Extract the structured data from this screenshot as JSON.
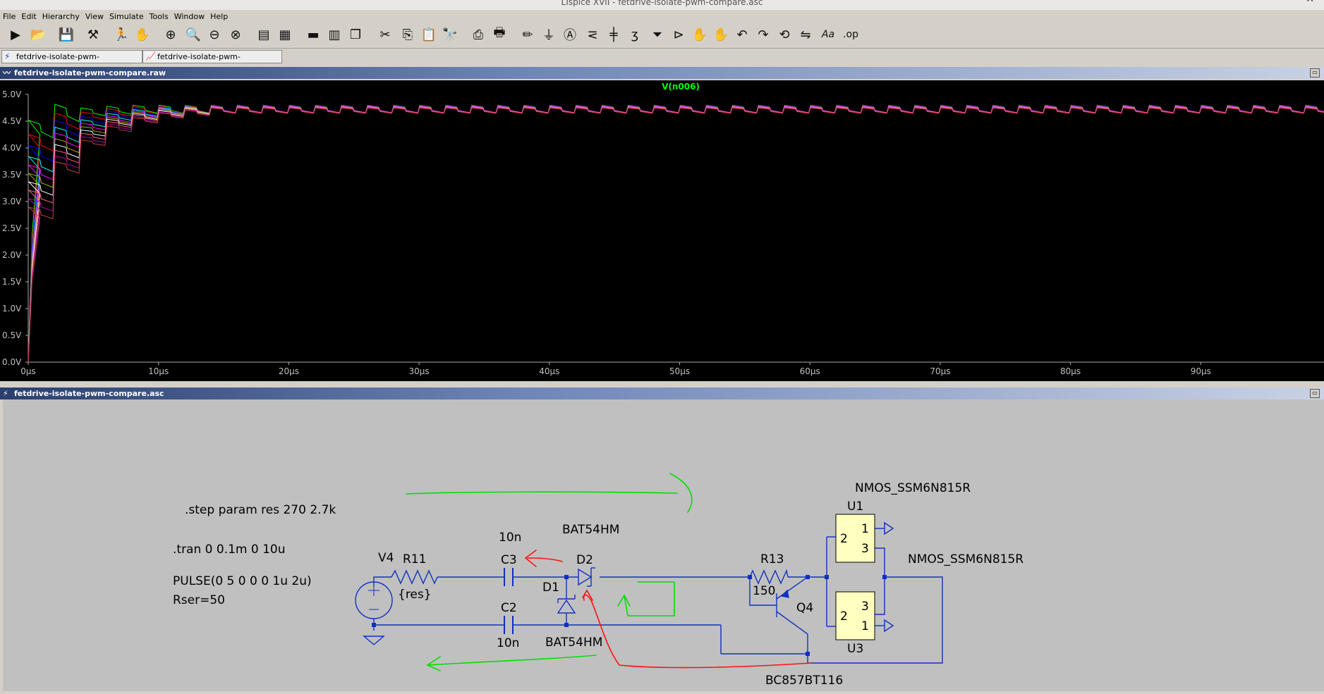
{
  "window": {
    "title": "LTspice XVII - fetdrive-isolate-pwm-compare.asc"
  },
  "menu": [
    "File",
    "Edit",
    "Hierarchy",
    "View",
    "Simulate",
    "Tools",
    "Window",
    "Help"
  ],
  "tabs": [
    {
      "label": "fetdrive-isolate-pwm-compare.asc",
      "icon": "schematic-icon"
    },
    {
      "label": "fetdrive-isolate-pwm-compare.raw",
      "icon": "waveform-icon"
    }
  ],
  "waveform_window": {
    "title": "fetdrive-isolate-pwm-compare.raw"
  },
  "schematic_window": {
    "title": "fetdrive-isolate-pwm-compare.asc"
  },
  "chart_data": {
    "type": "line",
    "title": "V(n006)",
    "title_color": "#00ff00",
    "xlabel": "",
    "ylabel": "",
    "xlim": [
      0,
      100
    ],
    "x_unit": "µs",
    "ylim": [
      0,
      5
    ],
    "x_ticks": [
      "0µs",
      "10µs",
      "20µs",
      "30µs",
      "40µs",
      "50µs",
      "60µs",
      "70µs",
      "80µs",
      "90µs"
    ],
    "y_ticks": [
      "0.0V",
      "0.5V",
      "1.0V",
      "1.5V",
      "2.0V",
      "2.5V",
      "3.0V",
      "3.5V",
      "4.0V",
      "4.5V",
      "5.0V"
    ],
    "grid": false,
    "pwm_period_us": 2,
    "series": [
      {
        "color": "#00ff00",
        "step_values": [
          4.3,
          4.6,
          4.65,
          4.68,
          4.7,
          4.7,
          4.7,
          4.7
        ],
        "ripple": 0.3
      },
      {
        "color": "#ff0000",
        "step_values": [
          4.05,
          4.45,
          4.58,
          4.64,
          4.68,
          4.69,
          4.7,
          4.7
        ],
        "ripple": 0.28
      },
      {
        "color": "#0000ff",
        "step_values": [
          3.85,
          4.32,
          4.5,
          4.6,
          4.65,
          4.68,
          4.69,
          4.7
        ],
        "ripple": 0.27
      },
      {
        "color": "#00ffff",
        "step_values": [
          3.65,
          4.2,
          4.44,
          4.56,
          4.63,
          4.67,
          4.69,
          4.7
        ],
        "ripple": 0.26
      },
      {
        "color": "#ff00ff",
        "step_values": [
          3.5,
          4.1,
          4.38,
          4.52,
          4.61,
          4.66,
          4.68,
          4.7
        ],
        "ripple": 0.25
      },
      {
        "color": "#aaaa00",
        "step_values": [
          3.35,
          4.0,
          4.32,
          4.49,
          4.59,
          4.65,
          4.68,
          4.69
        ],
        "ripple": 0.24
      },
      {
        "color": "#ffffff",
        "step_values": [
          3.2,
          3.9,
          4.26,
          4.46,
          4.57,
          4.63,
          4.67,
          4.69
        ],
        "ripple": 0.23
      },
      {
        "color": "#ff6080",
        "step_values": [
          3.05,
          3.8,
          4.2,
          4.42,
          4.55,
          4.62,
          4.66,
          4.69
        ],
        "ripple": 0.22
      },
      {
        "color": "#b000b0",
        "step_values": [
          2.9,
          3.7,
          4.14,
          4.38,
          4.52,
          4.6,
          4.65,
          4.68
        ],
        "ripple": 0.21
      },
      {
        "color": "#c04040",
        "step_values": [
          2.75,
          3.6,
          4.08,
          4.34,
          4.5,
          4.59,
          4.64,
          4.68
        ],
        "ripple": 0.2
      }
    ]
  },
  "schematic": {
    "directives": [
      ".step param res 270 2.7k",
      ".tran 0 0.1m 0 10u"
    ],
    "v4": {
      "name": "V4",
      "value_line1": "PULSE(0 5 0 0 0 1u 2u)",
      "value_line2": "Rser=50"
    },
    "r11": {
      "name": "R11",
      "value": "{res}"
    },
    "c3": {
      "name": "C3",
      "value": "10n"
    },
    "c2": {
      "name": "C2",
      "value": "10n"
    },
    "d2": {
      "name": "D2",
      "model": "BAT54HM"
    },
    "d1": {
      "name": "D1",
      "model": "BAT54HM"
    },
    "r13": {
      "name": "R13",
      "value": "150"
    },
    "q4": {
      "name": "Q4",
      "model": "BC857BT116"
    },
    "u1": {
      "name": "U1",
      "model": "NMOS_SSM6N815R",
      "pins": [
        "2",
        "1",
        "3"
      ]
    },
    "u3": {
      "name": "U3",
      "model": "NMOS_SSM6N815R",
      "pins": [
        "2",
        "3",
        "1"
      ]
    },
    "annotation_colors": {
      "green": "#00e000",
      "red": "#ff1010"
    }
  }
}
